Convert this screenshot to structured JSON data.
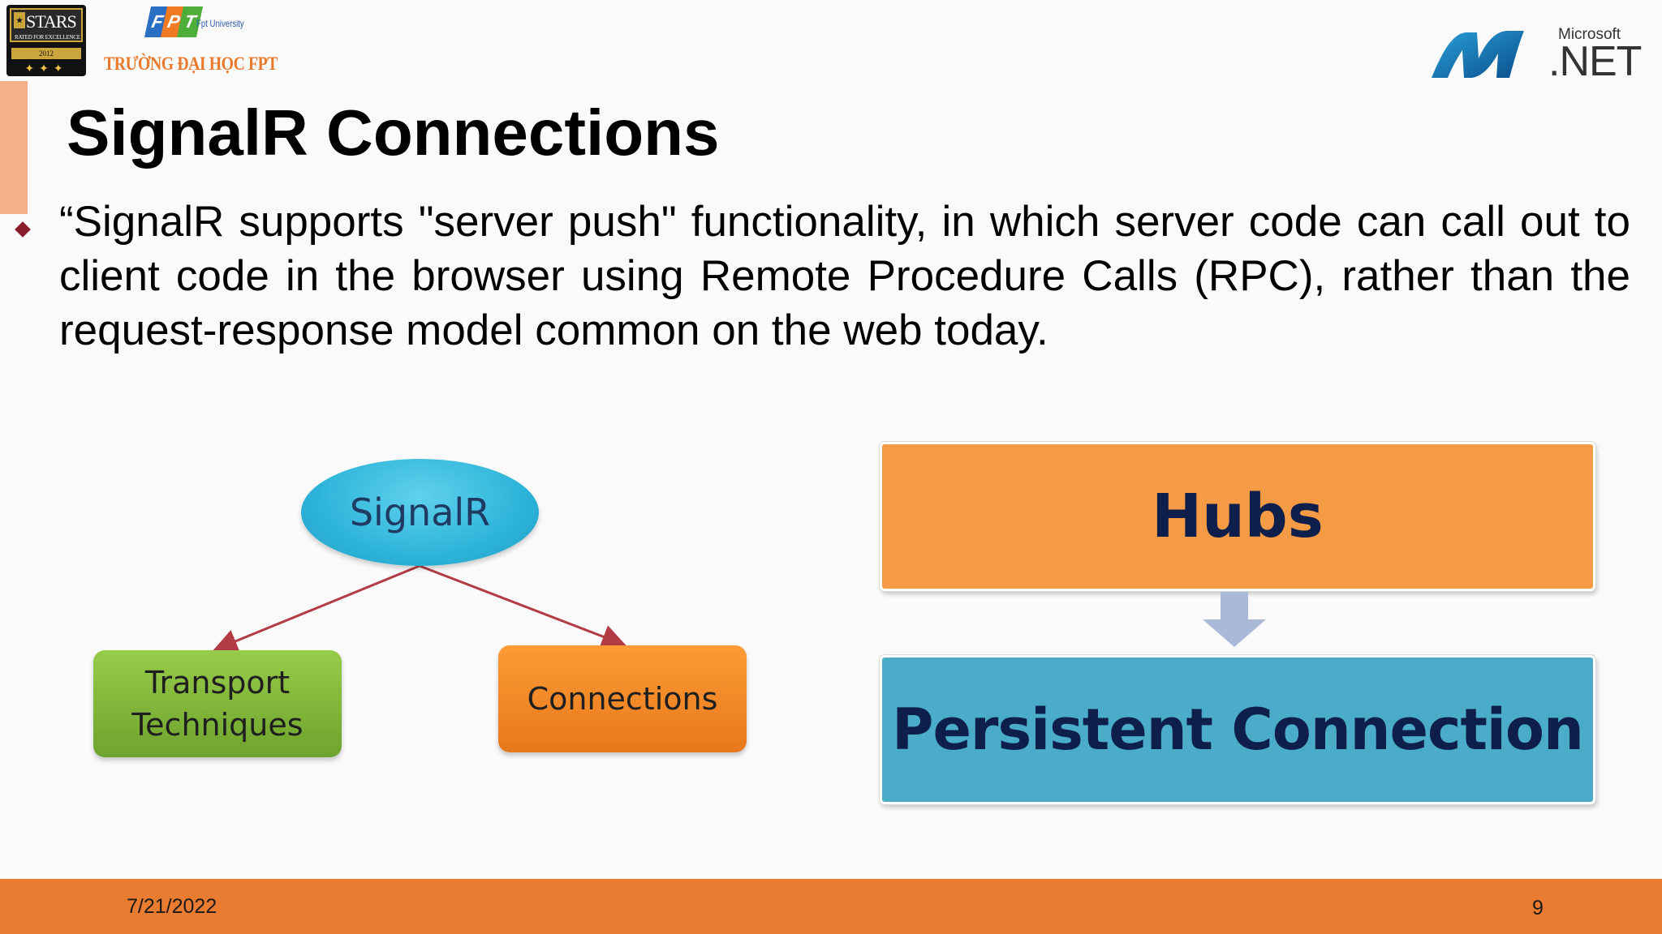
{
  "header": {
    "stars_logo": {
      "word": "STARS",
      "subtitle": "RATED FOR EXCELLENCE",
      "year": "2012"
    },
    "fpt_logo": {
      "letters": [
        "F",
        "P",
        "T"
      ],
      "university": "Fpt University",
      "school_name": "TRƯỜNG ĐẠI HỌC FPT"
    },
    "dotnet_logo": {
      "brand": "Microsoft",
      "product": ".NET"
    }
  },
  "slide": {
    "title": "SignalR Connections",
    "bullet_text": "“SignalR supports \"server push\" functionality, in which server code can call out to client code in the browser using Remote Procedure Calls (RPC), rather than the request-response model common on the web today."
  },
  "diagram_left": {
    "root": "SignalR",
    "children": [
      "Transport\nTechniques",
      "Connections"
    ]
  },
  "diagram_right": {
    "top": "Hubs",
    "bottom": "Persistent Connection"
  },
  "colors": {
    "accent_orange": "#ea7c31",
    "bullet_red": "#8b1e2c",
    "box_orange": "#f59a45",
    "box_blue": "#4aacc9",
    "box_green": "#7cb534",
    "ellipse_cyan": "#2eb4da",
    "text_navy": "#0e1f4b"
  },
  "footer": {
    "date": "7/21/2022",
    "page_number": "9"
  }
}
